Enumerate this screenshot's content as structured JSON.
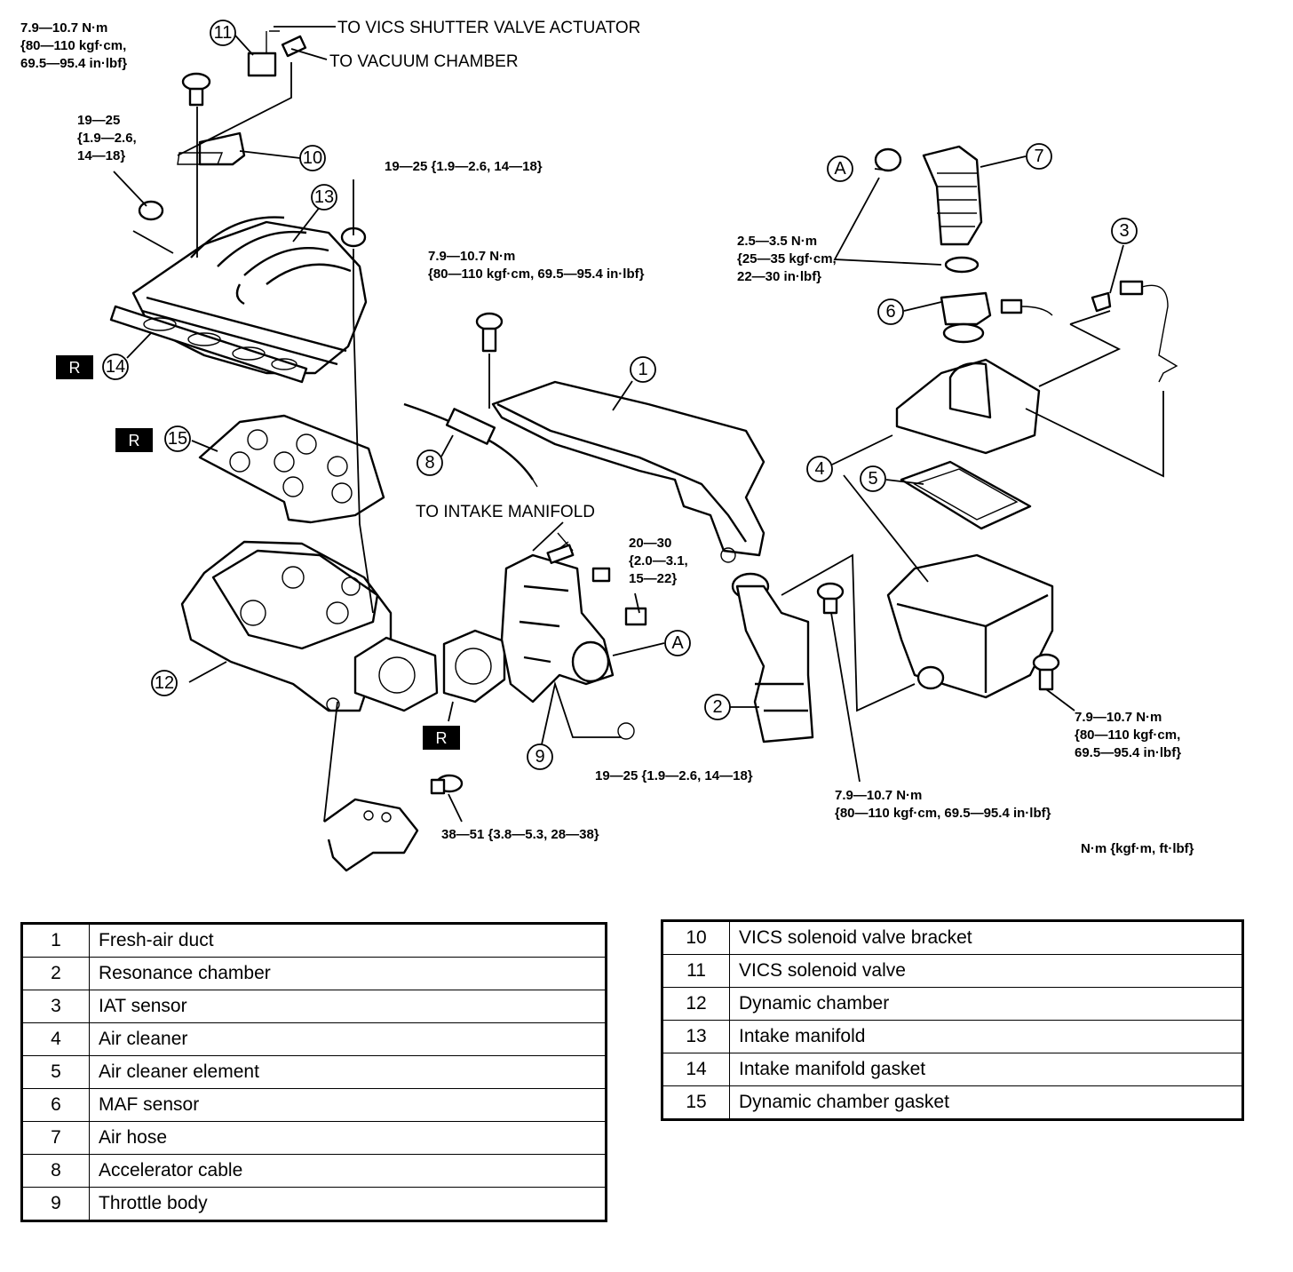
{
  "callouts": [
    "TO VICS SHUTTER VALVE ACTUATOR",
    "TO VACUUM CHAMBER",
    "TO INTAKE MANIFOLD"
  ],
  "torque_specs": {
    "t_top_left": [
      "7.9—10.7 N·m",
      "{80—110 kgf·cm,",
      "69.5—95.4 in·lbf}"
    ],
    "t_left_nut": [
      "19—25",
      "{1.9—2.6,",
      "14—18}"
    ],
    "t_manifold_nut": "19—25 {1.9—2.6, 14—18}",
    "t_duct_bolt": [
      "7.9—10.7 N·m",
      "{80—110 kgf·cm, 69.5—95.4 in·lbf}"
    ],
    "t_hose_clamp": [
      "2.5—3.5 N·m",
      "{25—35 kgf·cm,",
      "22—30 in·lbf}"
    ],
    "t_throttle_bolt": [
      "20—30",
      "{2.0—3.1,",
      "15—22}"
    ],
    "t_throttle_nut": "19—25 {1.9—2.6, 14—18}",
    "t_bracket_bolt": "38—51 {3.8—5.3, 28—38}",
    "t_resonance_bolt": [
      "7.9—10.7 N·m",
      "{80—110 kgf·cm, 69.5—95.4 in·lbf}"
    ],
    "t_cleaner_bolt": [
      "7.9—10.7 N·m",
      "{80—110 kgf·cm,",
      "69.5—95.4 in·lbf}"
    ],
    "units": "N·m {kgf·m, ft·lbf}"
  },
  "markers": {
    "replace": "R",
    "ref_a": "A"
  },
  "legend_left": [
    {
      "num": "1",
      "name": "Fresh-air duct"
    },
    {
      "num": "2",
      "name": "Resonance chamber"
    },
    {
      "num": "3",
      "name": "IAT sensor"
    },
    {
      "num": "4",
      "name": "Air cleaner"
    },
    {
      "num": "5",
      "name": "Air cleaner element"
    },
    {
      "num": "6",
      "name": "MAF sensor"
    },
    {
      "num": "7",
      "name": "Air hose"
    },
    {
      "num": "8",
      "name": "Accelerator cable"
    },
    {
      "num": "9",
      "name": "Throttle body"
    }
  ],
  "legend_right": [
    {
      "num": "10",
      "name": "VICS solenoid valve bracket"
    },
    {
      "num": "11",
      "name": "VICS solenoid valve"
    },
    {
      "num": "12",
      "name": "Dynamic chamber"
    },
    {
      "num": "13",
      "name": "Intake manifold"
    },
    {
      "num": "14",
      "name": "Intake manifold gasket"
    },
    {
      "num": "15",
      "name": "Dynamic chamber gasket"
    }
  ]
}
